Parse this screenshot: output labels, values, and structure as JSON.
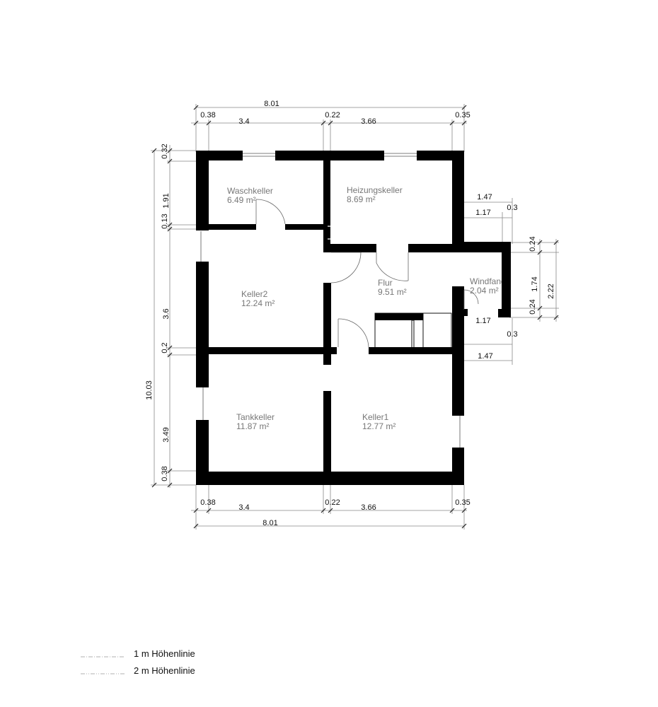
{
  "rooms": [
    {
      "name": "Waschkeller",
      "area": "6.49 m²"
    },
    {
      "name": "Heizungskeller",
      "area": "8.69 m²"
    },
    {
      "name": "Keller2",
      "area": "12.24 m²"
    },
    {
      "name": "Flur",
      "area": "9.51 m²"
    },
    {
      "name": "Windfang",
      "area": "2.04 m²"
    },
    {
      "name": "Tankkeller",
      "area": "11.87 m²"
    },
    {
      "name": "Keller1",
      "area": "12.77 m²"
    }
  ],
  "dimensions": {
    "top_total": "8.01",
    "top_parts": [
      "0.38",
      "3.4",
      "0.22",
      "3.66",
      "0.35"
    ],
    "bottom_total": "8.01",
    "bottom_parts": [
      "0.38",
      "3.4",
      "0.22",
      "3.66",
      "0.35"
    ],
    "left_total": "10.03",
    "left_parts": [
      "0.32",
      "1.91",
      "0.13",
      "3.6",
      "0.2",
      "3.49",
      "0.38"
    ],
    "annex_upper_outer": "1.47",
    "annex_upper_wall": "0.3",
    "annex_upper_inner": "1.17",
    "annex_lower_inner": "1.17",
    "annex_lower_wall": "0.3",
    "annex_lower_outer": "1.47",
    "annex_right_top": "0.24",
    "annex_right_mid": "1.74",
    "annex_right_bottom": "0.24",
    "annex_right_total": "2.22"
  },
  "legend": [
    {
      "label": "1 m Höhenlinie"
    },
    {
      "label": "2 m Höhenlinie"
    }
  ]
}
